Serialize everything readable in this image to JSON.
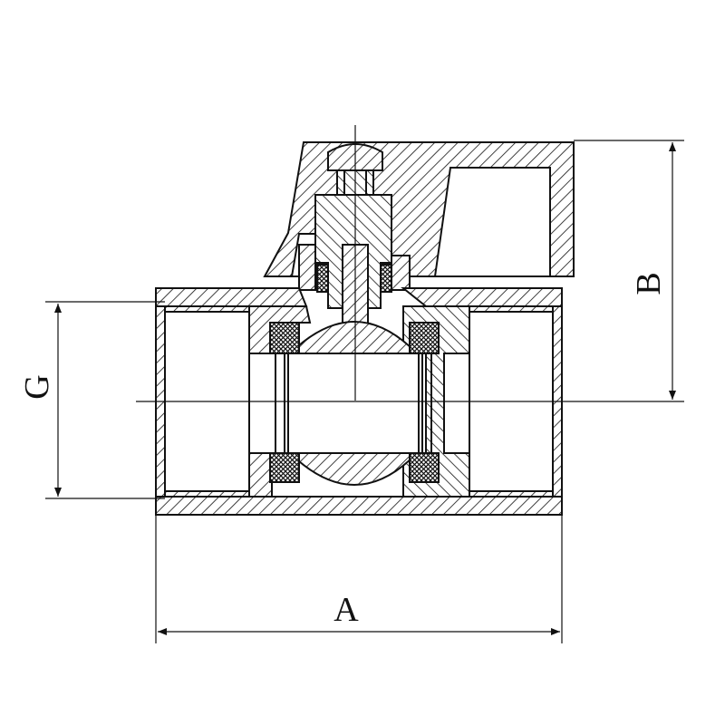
{
  "diagram": {
    "labels": {
      "a": "A",
      "b": "B",
      "g": "G"
    },
    "colors": {
      "line": "#111111",
      "background": "#ffffff"
    }
  }
}
